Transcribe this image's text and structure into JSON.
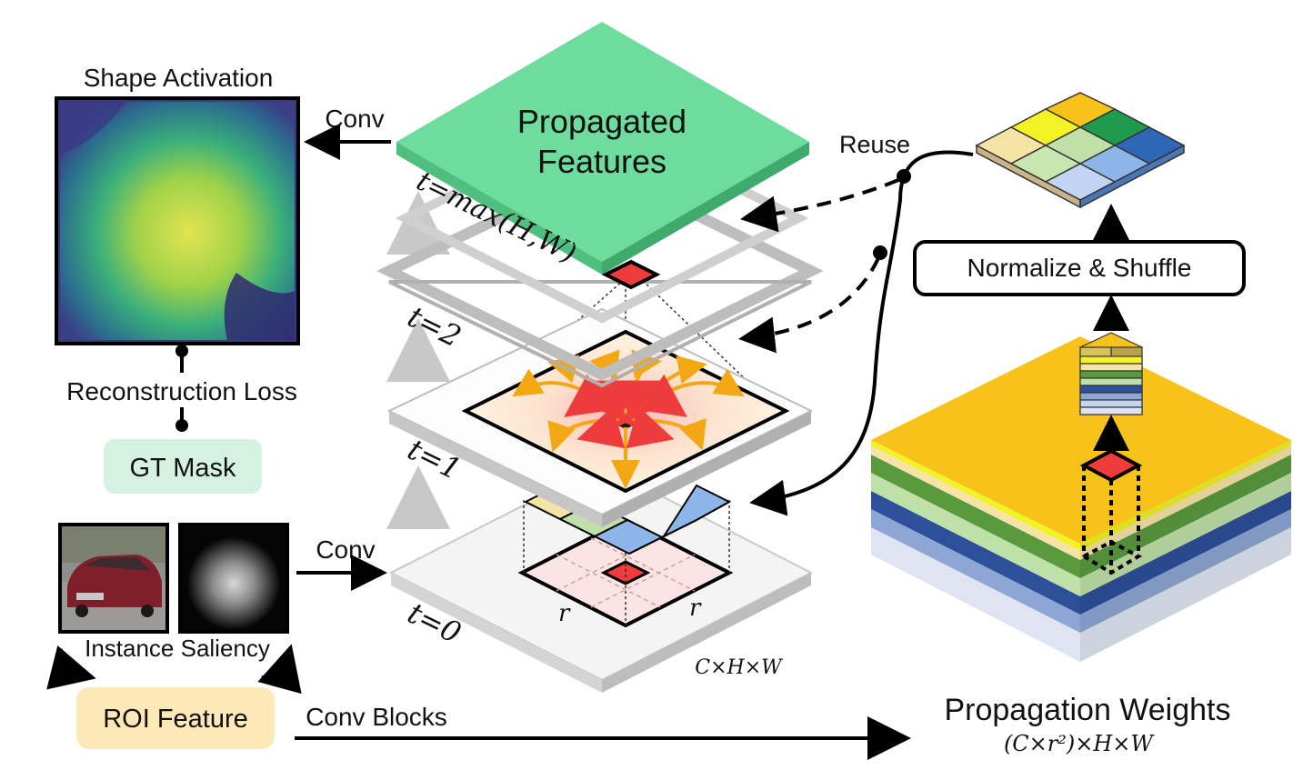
{
  "left": {
    "shape_activation_title": "Shape Activation",
    "reconstruction_loss": "Reconstruction Loss",
    "gt_mask": "GT Mask",
    "instance_saliency": "Instance Saliency",
    "roi_feature": "ROI Feature",
    "conv_top": "Conv",
    "conv_mid": "Conv",
    "conv_blocks": "Conv Blocks"
  },
  "center": {
    "propagated_line1": "Propagated",
    "propagated_line2": "Features",
    "t_max": "t=max(H,W)",
    "t2": "t=2",
    "t1": "t=1",
    "t0": "t=0",
    "r_left": "r",
    "r_right": "r",
    "dims": "C×H×W"
  },
  "right": {
    "reuse": "Reuse",
    "normalize_shuffle": "Normalize & Shuffle",
    "propagation_weights": "Propagation Weights",
    "propagation_dims": "(C×r²)×H×W"
  },
  "colors": {
    "propagated_green": "#6edc9c",
    "accent_red": "#ef3b3b",
    "gt_mask_bg": "#d4f1e2",
    "roi_bg": "#fde9b7",
    "orange_arrow": "#f3a712",
    "weights_top": "#f7c21a"
  },
  "kernel_colors": [
    "#f7c21a",
    "#f2f224",
    "#1f9a4d",
    "#f6e4a6",
    "#bfe0a8",
    "#2e66b8",
    "#8db6e8",
    "#c3d4f2"
  ]
}
